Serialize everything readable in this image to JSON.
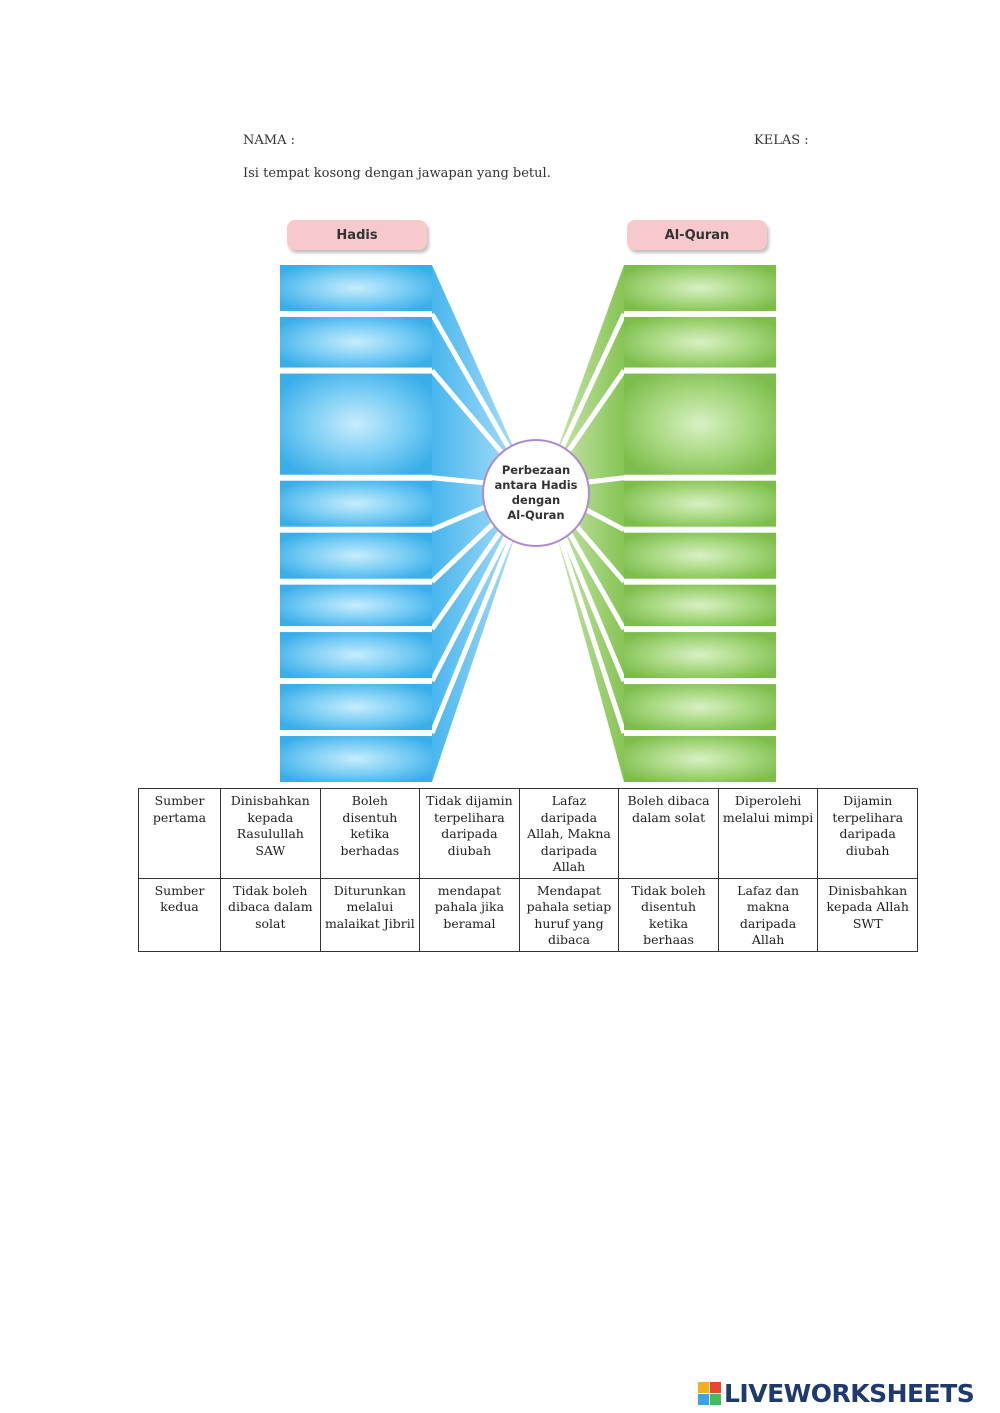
{
  "header": {
    "name_label": "NAMA :",
    "class_label": "KELAS :",
    "instruction": "Isi tempat kosong dengan jawapan yang betul."
  },
  "diagram": {
    "left_title": "Hadis",
    "right_title": "Al-Quran",
    "center": [
      "Perbezaan",
      "antara Hadis",
      "dengan",
      "Al-Quran"
    ],
    "blank_count_per_side": 9,
    "colors": {
      "left": "#4fb8ee",
      "right": "#8cc85a",
      "pill": "#f7c9cc",
      "hub_border": "#b08ad0"
    }
  },
  "options": {
    "rows": [
      [
        "Sumber pertama",
        "Dinisbahkan kepada Rasulullah SAW",
        "Boleh disentuh ketika berhadas",
        "Tidak dijamin terpelihara daripada diubah",
        "Lafaz daripada Allah, Makna daripada Allah",
        "Boleh dibaca dalam solat",
        "Diperolehi melalui mimpi",
        "Dijamin terpelihara daripada diubah"
      ],
      [
        "Sumber kedua",
        "Tidak boleh dibaca dalam solat",
        "Diturunkan melalui malaikat Jibril",
        "mendapat pahala jika beramal",
        "Mendapat pahala setiap huruf yang dibaca",
        "Tidak boleh disentuh ketika berhaas",
        "Lafaz dan makna daripada Allah",
        "Dinisbahkan kepada Allah SWT"
      ]
    ]
  },
  "footer": {
    "brand": "LIVEWORKSHEETS",
    "logo_icon": "liveworksheets-logo-icon"
  }
}
